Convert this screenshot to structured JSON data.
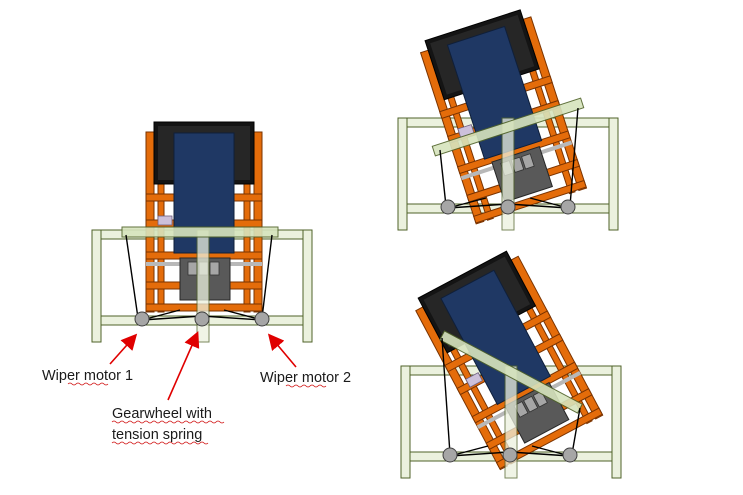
{
  "labels": {
    "wiper_motor_1": "Wiper motor 1",
    "wiper_motor_2": "Wiper motor 2",
    "gearwheel_line1": "Gearwheel with",
    "gearwheel_line2": "tension spring"
  },
  "views": [
    {
      "name": "upright",
      "tilt_deg": 0
    },
    {
      "name": "tilted-right",
      "tilt_deg": 18
    },
    {
      "name": "tilted-right-more",
      "tilt_deg": 28
    }
  ],
  "colors": {
    "chair_frame": "#e46c0a",
    "frame_edge": "#7a3300",
    "monitor_bezel": "#141414",
    "screen_panel": "#1f3864",
    "stand_frame": "#ebf1de",
    "stand_edge": "#4f6228",
    "top_bar": "#d7e4bd",
    "gearbox": "#595959",
    "gear_block": "#a6a6a6",
    "pulley": "#a6a6a6",
    "rod": "#b8b8b8",
    "cable": "#000000",
    "arrow": "#e00000",
    "accent_small": "#ccc0da"
  }
}
